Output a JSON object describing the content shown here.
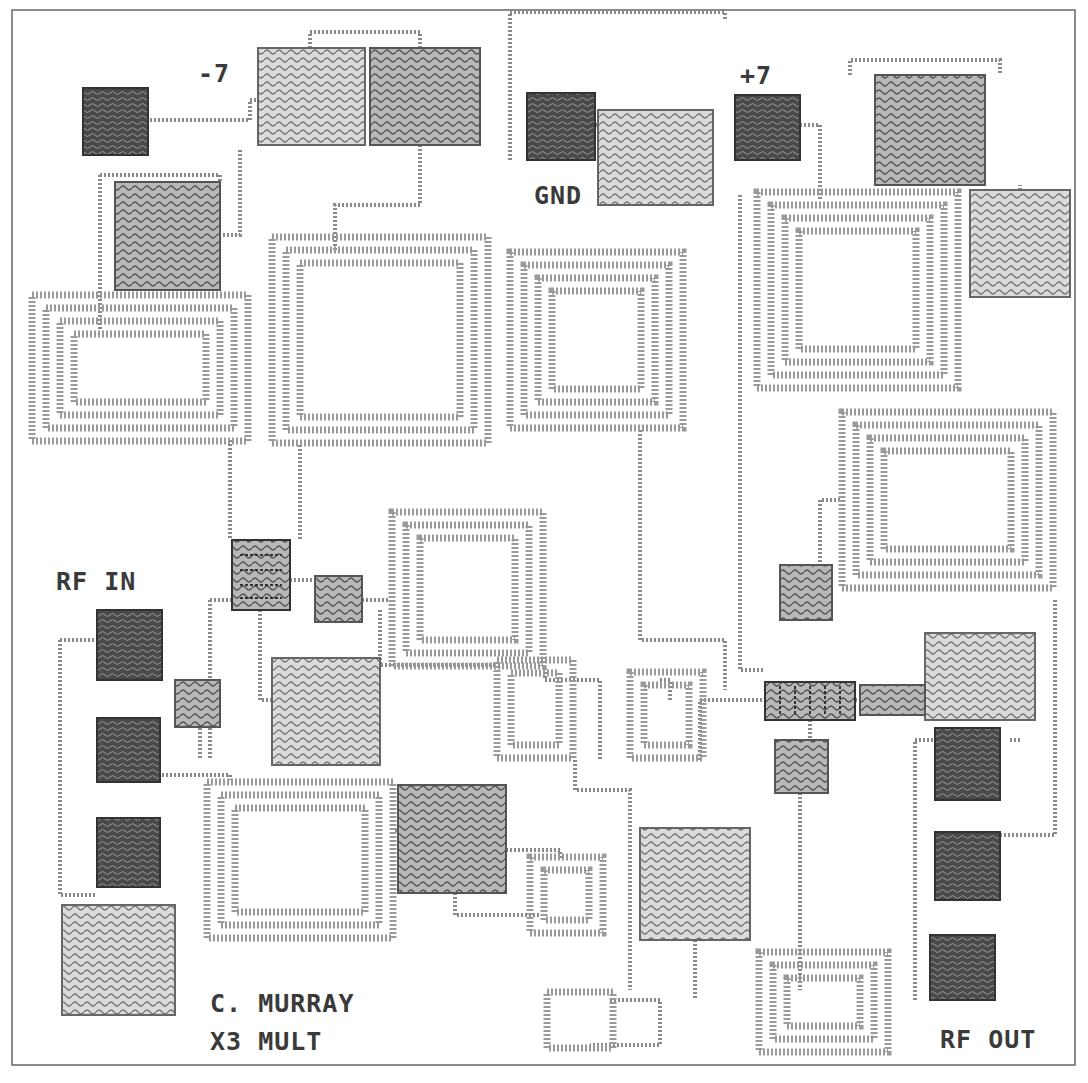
{
  "diagram": {
    "labels": [
      "-7",
      "GND",
      "+7",
      "RF IN",
      "C. MURRAY",
      "X3 MULT",
      "RF OUT"
    ]
  }
}
